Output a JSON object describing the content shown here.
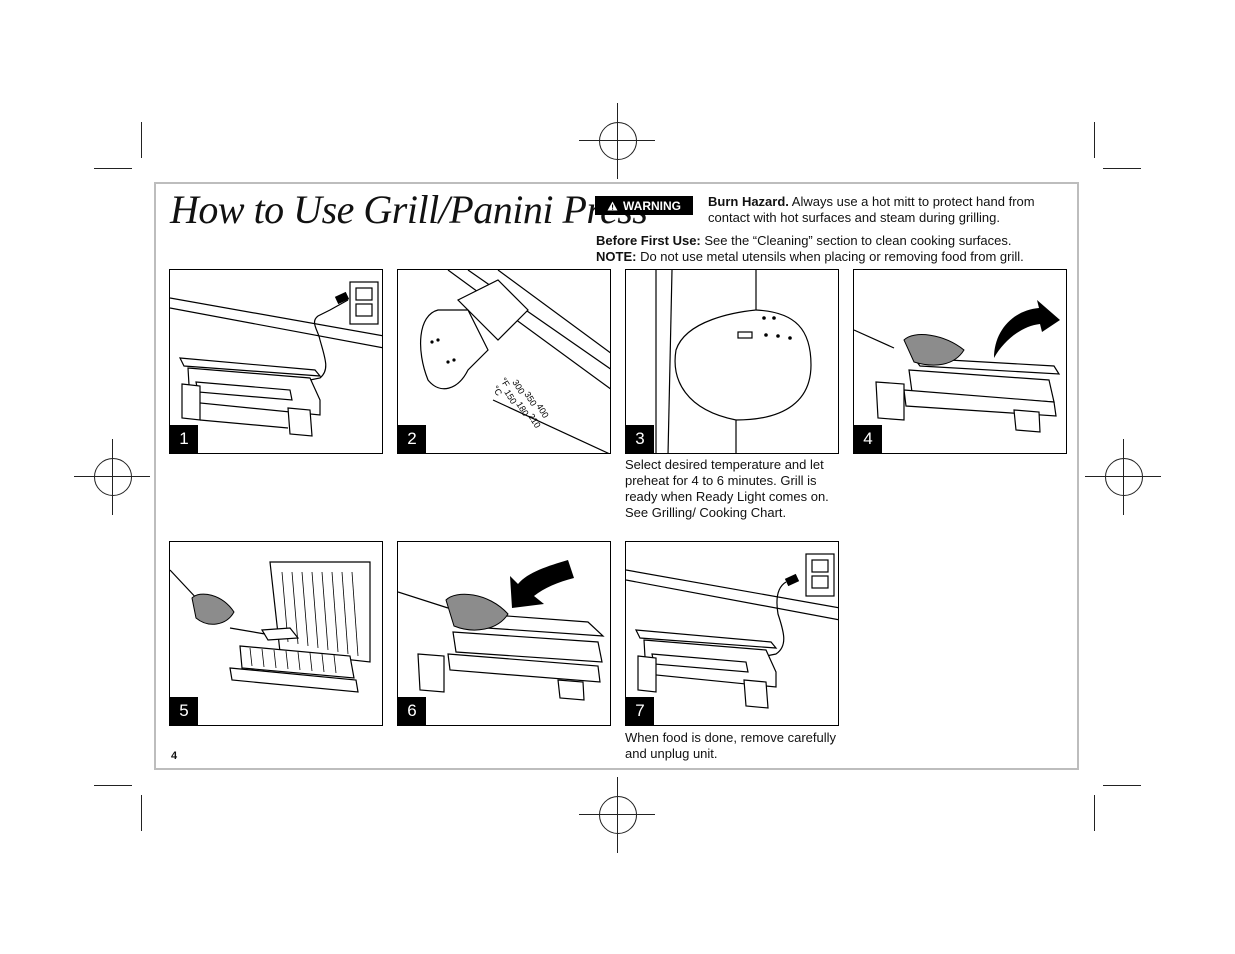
{
  "page": {
    "title": "How to Use Grill/Panini Press",
    "page_number": "4"
  },
  "warning": {
    "badge": "WARNING",
    "lead": "Burn Hazard.",
    "text": " Always use a hot mitt to protect hand from contact with hot surfaces and steam during grilling."
  },
  "notes": {
    "first_use_label": "Before First Use:",
    "first_use_text": " See the “Cleaning” section to clean cooking surfaces.",
    "note_label": "NOTE:",
    "note_text": " Do not use metal utensils when placing or removing food from grill."
  },
  "steps": [
    {
      "number": "1",
      "image": "plug-into-outlet-illustration"
    },
    {
      "number": "2",
      "image": "temperature-dial-illustration"
    },
    {
      "number": "3",
      "image": "ready-light-illustration"
    },
    {
      "number": "4",
      "image": "open-lid-illustration"
    },
    {
      "number": "5",
      "image": "place-sandwich-illustration"
    },
    {
      "number": "6",
      "image": "close-lid-illustration"
    },
    {
      "number": "7",
      "image": "unplug-illustration"
    }
  ],
  "dial": {
    "f_label": "°F",
    "c_label": "°C",
    "f_values": [
      "300",
      "350",
      "400"
    ],
    "c_values": [
      "150",
      "180",
      "210"
    ]
  },
  "captions": {
    "step3": "Select desired temperature and let preheat for 4 to 6 minutes. Grill is ready when Ready Light comes on. See Grilling/ Cooking Chart.",
    "step7": "When food is done, remove carefully and unplug unit."
  },
  "colors": {
    "frame": "#bdbdbd",
    "badge_bg": "#000000",
    "mitt": "#8c8c8c"
  }
}
